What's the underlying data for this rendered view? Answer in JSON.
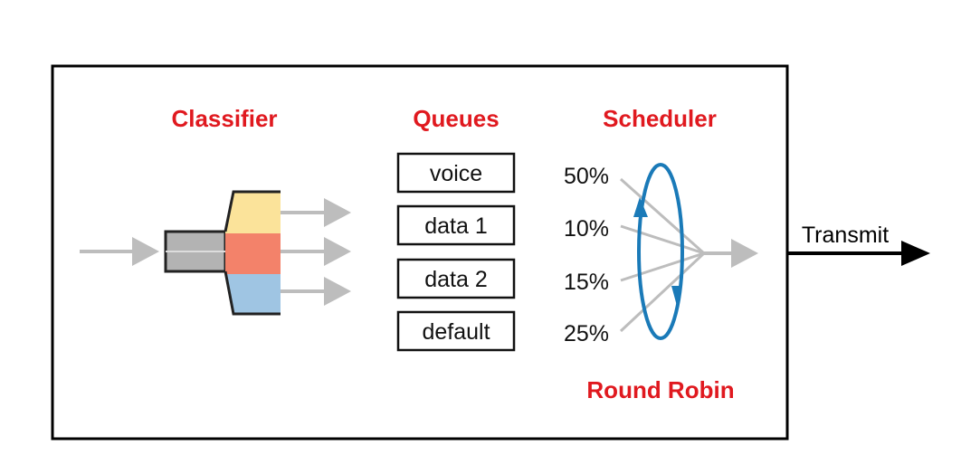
{
  "headings": {
    "classifier": "Classifier",
    "queues": "Queues",
    "scheduler": "Scheduler",
    "round_robin": "Round Robin"
  },
  "queues": [
    {
      "label": "voice"
    },
    {
      "label": "data 1"
    },
    {
      "label": "data 2"
    },
    {
      "label": "default"
    }
  ],
  "scheduler_weights": [
    "50%",
    "10%",
    "15%",
    "25%"
  ],
  "output_label": "Transmit",
  "colors": {
    "heading_red": "#e0191f",
    "arrow_gray": "#bdbdbd",
    "class_yellow": "#fbe39a",
    "class_red": "#f3826a",
    "class_blue": "#9fc5e3",
    "round_robin_blue": "#1a7ab8",
    "frame": "#000000"
  }
}
